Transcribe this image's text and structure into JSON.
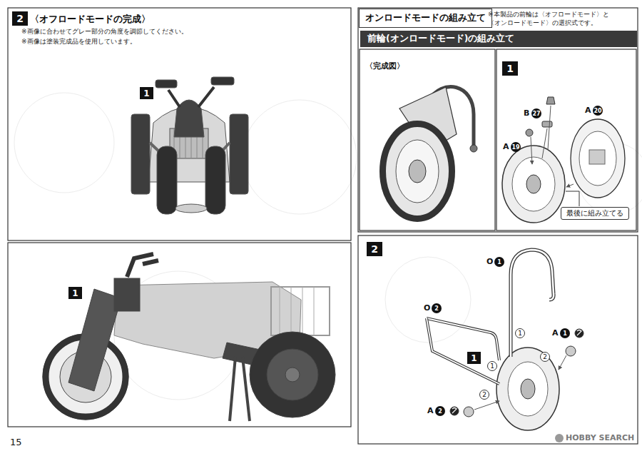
{
  "diagram": {
    "nodes": [
      {
        "text": [
          "2"
        ]
      },
      {
        "text": [
          "1"
        ]
      },
      {
        "text": [
          "1"
        ]
      },
      {
        "text": [
          "オンロードモードの組み立て"
        ]
      },
      {
        "text": [
          "前輪(オンロードモード)の組み立て"
        ]
      },
      {
        "text": [
          "1"
        ]
      },
      {
        "text": [
          "最後に組み立てる"
        ]
      },
      {
        "text": [
          "2"
        ]
      },
      {
        "text": [
          "1"
        ]
      }
    ],
    "labels": [
      "〈オフロードモードの完成〉",
      "※画像に合わせてグレー部分の角度を調節してください。",
      "※画像は塗装完成品を使用しています。",
      "※本製品の前輪は〈オフロードモード〉と 〈オンロードモード〉の選択式です。",
      "〈完成図〉",
      "B",
      "27",
      "A",
      "20",
      "A",
      "19",
      "O",
      "1",
      "O",
      "2",
      "A",
      "1",
      "A",
      "2",
      "1",
      "2",
      "1",
      "2",
      "15",
      "HOBBY SEARCH"
    ]
  }
}
